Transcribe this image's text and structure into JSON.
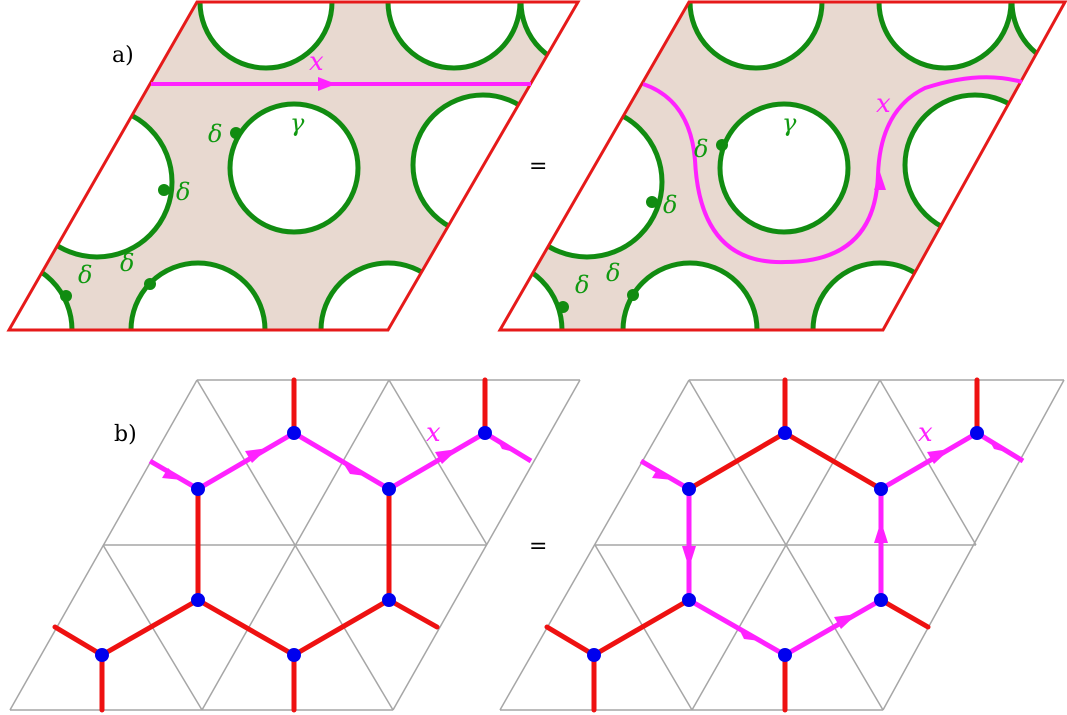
{
  "colors": {
    "boundary": "#e61a1a",
    "fill": "#e8d9d0",
    "loop": "#118c11",
    "path": "#ff22ff",
    "grid": "#a6a6a6",
    "edge": "#ee1111",
    "vertex": "#0000ee"
  },
  "panel_a": {
    "label": "a)",
    "equals": "=",
    "x_label": "x",
    "gamma_label": "γ",
    "delta_label": "δ"
  },
  "panel_b": {
    "label": "b)",
    "equals": "=",
    "x_label": "x"
  }
}
